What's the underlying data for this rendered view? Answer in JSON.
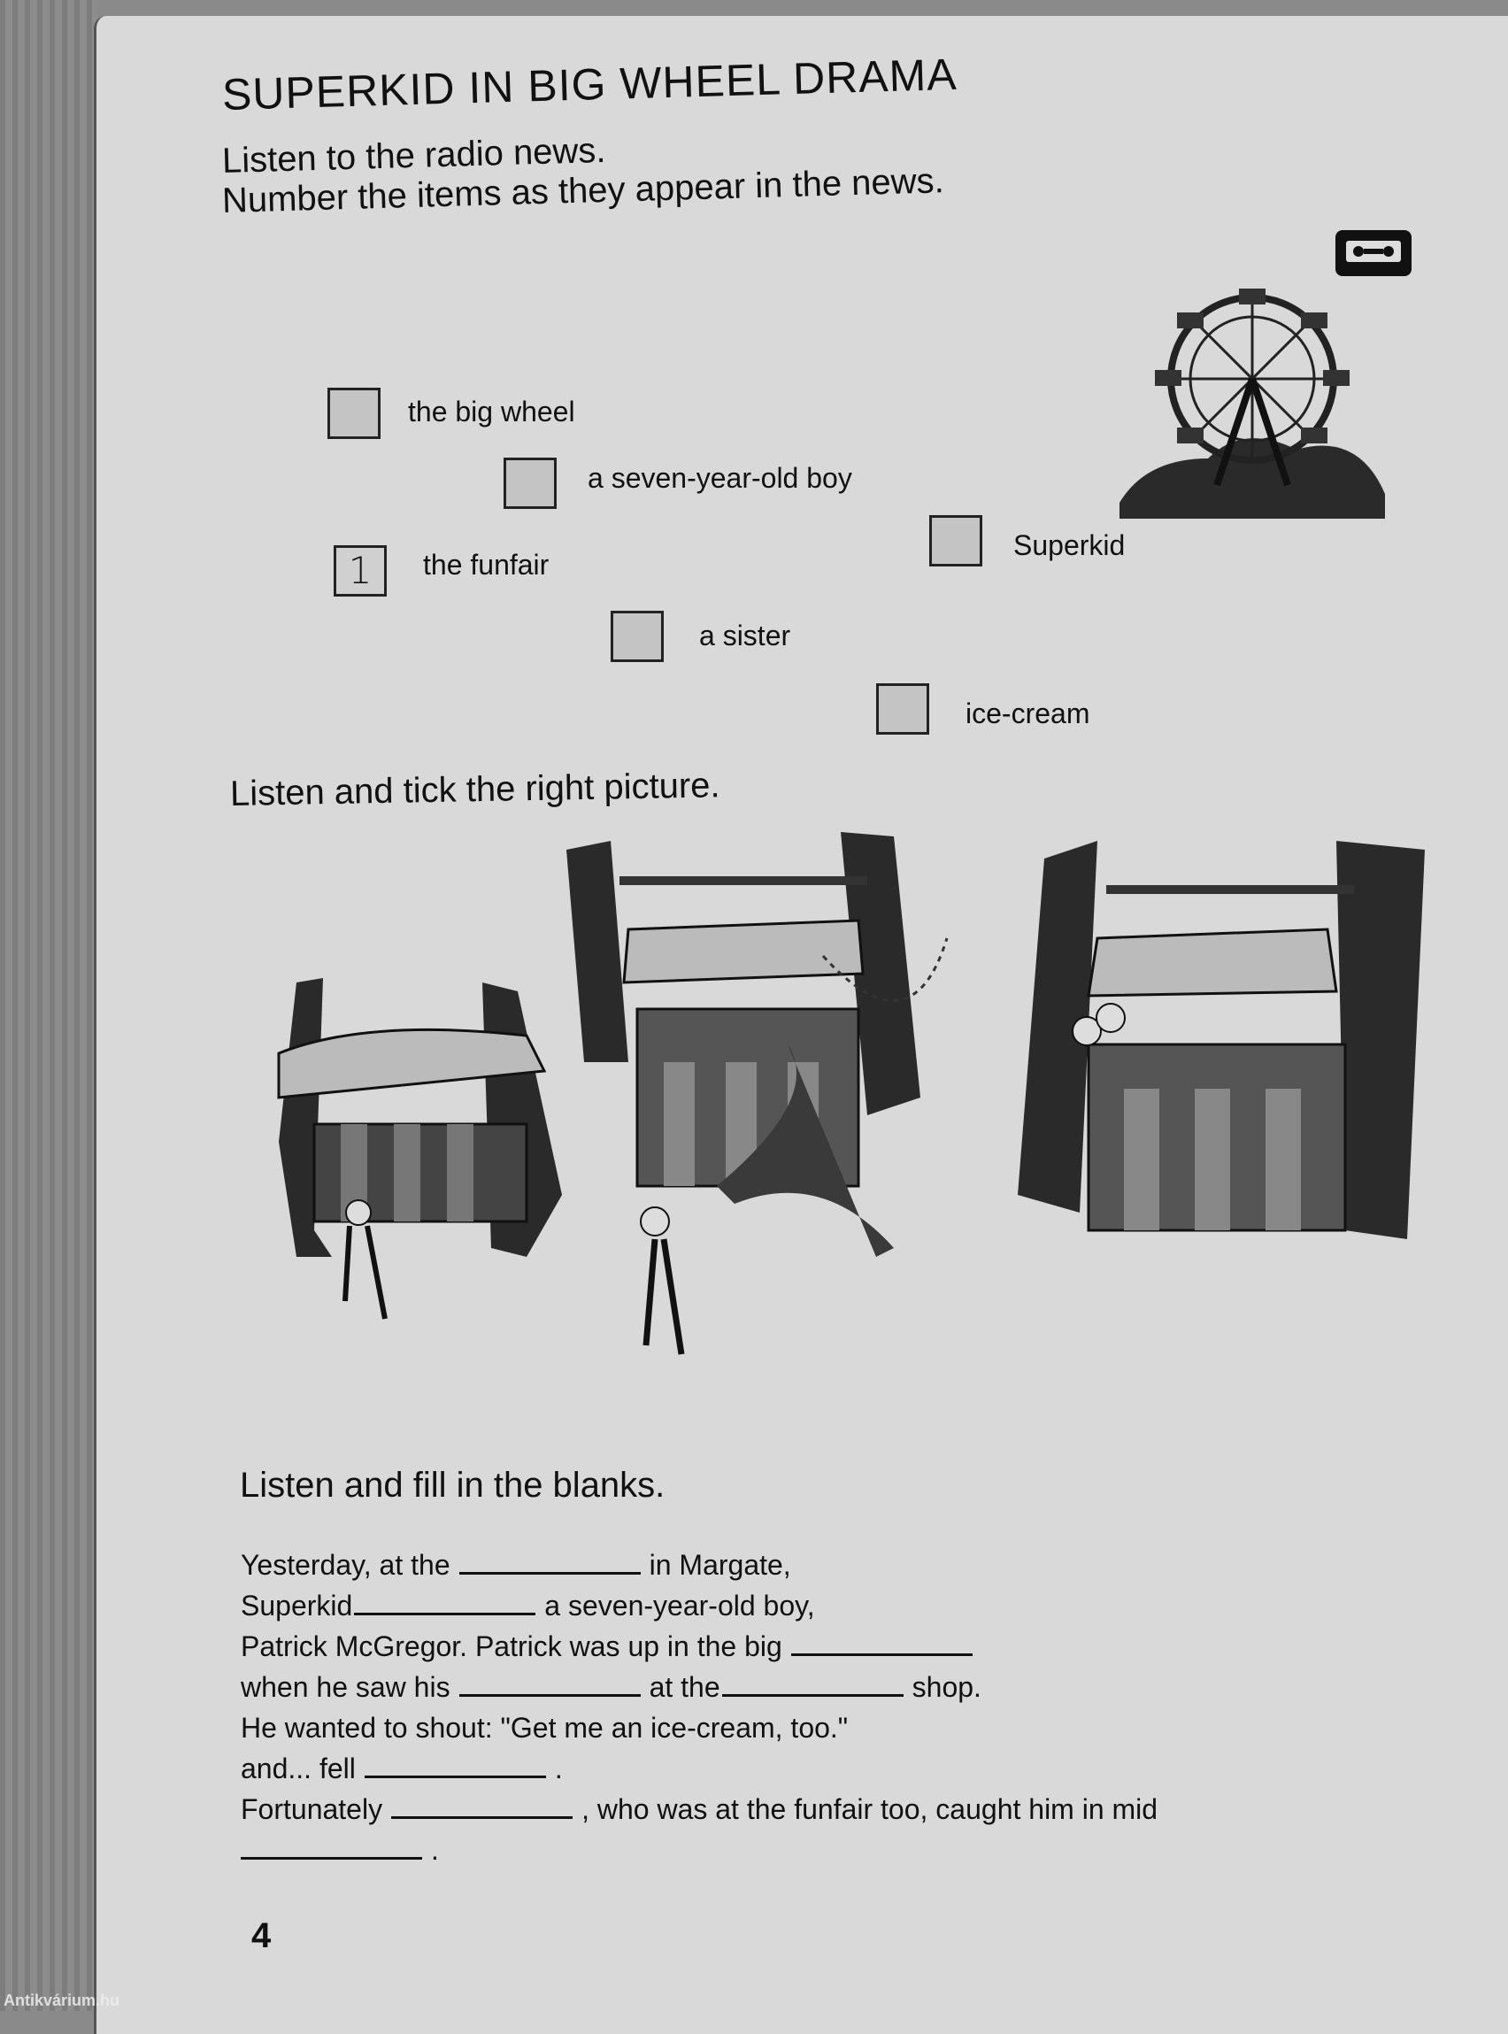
{
  "title": "SUPERKID IN BIG WHEEL DRAMA",
  "instructions": [
    "Listen to the radio news.",
    "Number the items as they appear in the news."
  ],
  "items": [
    {
      "label": "the big wheel",
      "number": ""
    },
    {
      "label": "a seven-year-old boy",
      "number": ""
    },
    {
      "label": "the funfair",
      "number": "1"
    },
    {
      "label": "Superkid",
      "number": ""
    },
    {
      "label": "a sister",
      "number": ""
    },
    {
      "label": "ice-cream",
      "number": ""
    }
  ],
  "tick_heading": "Listen and tick the right picture.",
  "fill_heading": "Listen and fill in the blanks.",
  "fill_lines": [
    {
      "a": "Yesterday, at the",
      "b": "in Margate,"
    },
    {
      "a": "Superkid",
      "b": "a seven-year-old boy,"
    },
    {
      "a": "Patrick McGregor. Patrick was up in the big",
      "b": ""
    },
    {
      "a": "when he saw his",
      "b": "at the",
      "c": "shop."
    },
    {
      "a": "He wanted to shout: \"Get me an ice-cream, too.\""
    },
    {
      "a": "and... fell",
      "b": "."
    },
    {
      "a": "Fortunately",
      "b": ", who was at the funfair too, caught him in mid"
    },
    {
      "a": "",
      "b": "."
    }
  ],
  "page_number": "4",
  "watermark": "Antikvárium.hu",
  "icons": {
    "cassette": "cassette-icon",
    "ferris_wheel": "ferris-wheel-illustration"
  }
}
